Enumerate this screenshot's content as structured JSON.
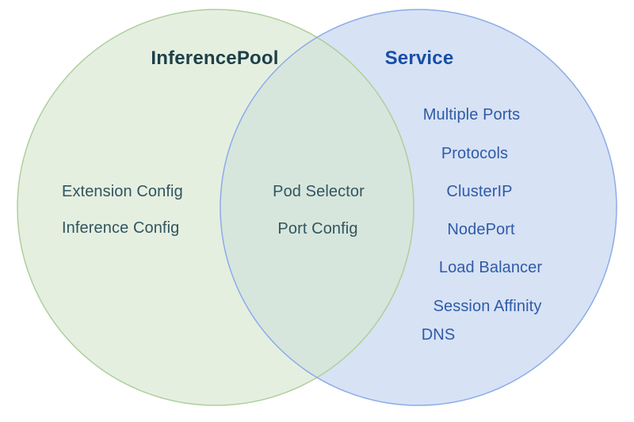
{
  "venn": {
    "left": {
      "title": "InferencePool",
      "fill": "#e5efe0",
      "stroke": "#aecf9b",
      "title_color": "#1d4049",
      "item_color": "#315560",
      "items": [
        "Extension Config",
        "Inference Config"
      ]
    },
    "right": {
      "title": "Service",
      "fill": "#d7e2f4",
      "stroke": "#8cabe8",
      "title_color": "#174ea6",
      "item_color": "#2e5ba8",
      "items": [
        "Multiple Ports",
        "Protocols",
        "ClusterIP",
        "NodePort",
        "Load Balancer",
        "Session Affinity",
        "DNS"
      ]
    },
    "overlap": {
      "fill": "#d7e6dc",
      "item_color": "#315560",
      "items": [
        "Pod Selector",
        "Port Config"
      ]
    }
  }
}
